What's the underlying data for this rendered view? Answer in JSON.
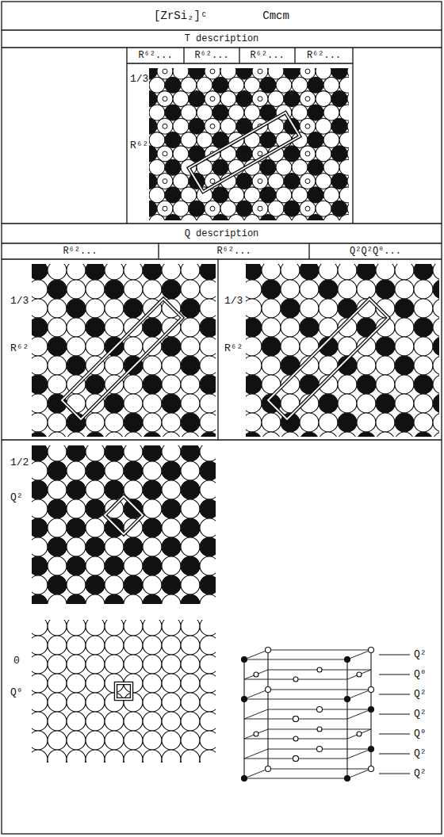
{
  "diagram": {
    "nodes": [
      {
        "text": [
          "[ZrSi₂]ᶜ",
          "Cmcm"
        ]
      },
      {
        "text": [
          "T description"
        ]
      },
      {
        "text": [
          "R⁶²..."
        ]
      },
      {
        "text": [
          "R⁶²..."
        ]
      },
      {
        "text": [
          "R⁶²..."
        ]
      },
      {
        "text": [
          "R⁶²..."
        ]
      },
      {
        "text": [
          "Q description"
        ]
      },
      {
        "text": [
          "R⁶²..."
        ]
      },
      {
        "text": [
          "R⁶²..."
        ]
      },
      {
        "text": [
          "Q²Q²Q⁰..."
        ]
      }
    ],
    "labels": [
      "1/3",
      "R⁶²",
      "1/3",
      "R⁶²",
      "1/3",
      "R⁶²",
      "1/2",
      "Q²",
      "0",
      "Q⁰",
      "Q²",
      "Q⁰",
      "Q²",
      "Q²",
      "Q⁰",
      "Q²",
      "Q²"
    ]
  }
}
